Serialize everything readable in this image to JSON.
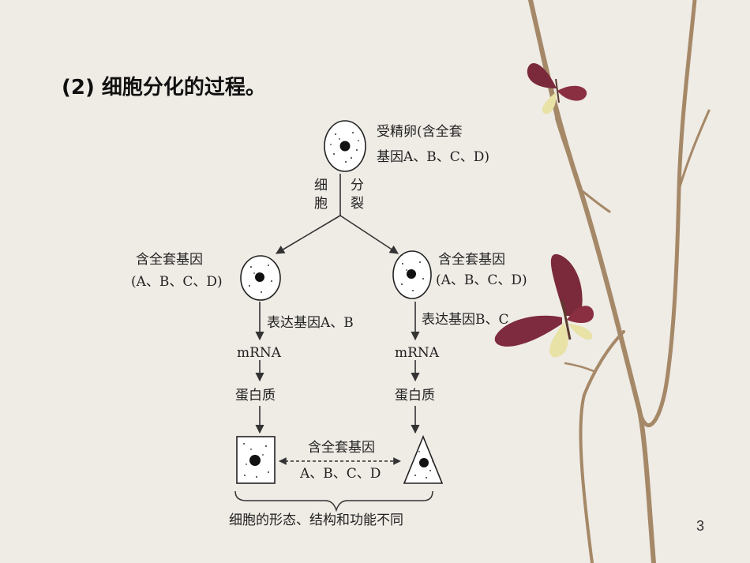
{
  "slide": {
    "title": "(2) 细胞分化的过程。",
    "page_number": "3"
  },
  "diagram": {
    "zygote_label_line1": "受精卵(含全套",
    "zygote_label_line2": "基因A、B、C、D)",
    "division_label_left_1": "细",
    "division_label_left_2": "胞",
    "division_label_right_1": "分",
    "division_label_right_2": "裂",
    "left_cell_label_line1": "含全套基因",
    "left_cell_label_line2": "(A、B、C、D)",
    "right_cell_label_line1": "含全套基因",
    "right_cell_label_line2": "(A、B、C、D)",
    "left_express": "表达基因A、B",
    "right_express": "表达基因B、C",
    "left_mrna": "mRNA",
    "right_mrna": "mRNA",
    "left_protein": "蛋白质",
    "right_protein": "蛋白质",
    "middle_label_line1": "含全套基因",
    "middle_label_line2": "A、B、C、D",
    "bottom_label": "细胞的形态、结构和功能不同"
  },
  "decoration": {
    "background_color": "#efebe5",
    "branch_color": "#a58867",
    "butterfly_wing_color": "#7a2a3a",
    "butterfly_accent_color": "#e8e2a6"
  }
}
